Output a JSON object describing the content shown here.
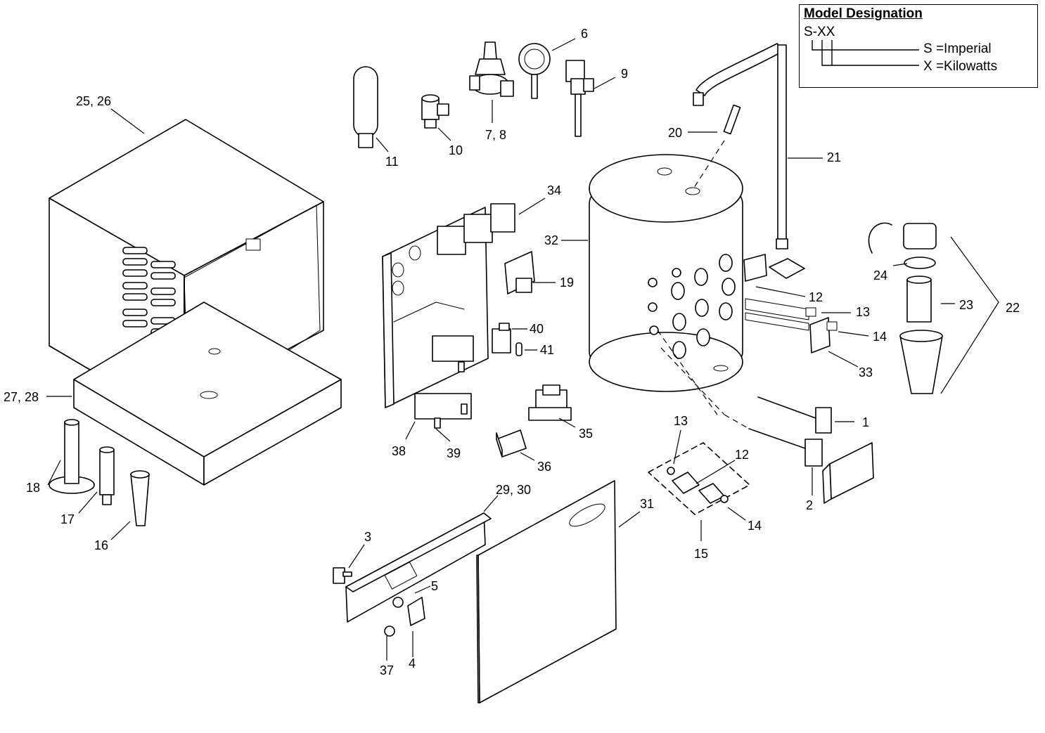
{
  "legend": {
    "title": "Model Designation",
    "code": "S-XX",
    "s_line": "S =Imperial",
    "x_line": "X =Kilowatts"
  },
  "callouts": [
    {
      "id": "c1",
      "text": "1"
    },
    {
      "id": "c2",
      "text": "2"
    },
    {
      "id": "c3",
      "text": "3"
    },
    {
      "id": "c4",
      "text": "4"
    },
    {
      "id": "c5",
      "text": "5"
    },
    {
      "id": "c6",
      "text": "6"
    },
    {
      "id": "c7",
      "text": "7, 8"
    },
    {
      "id": "c9",
      "text": "9"
    },
    {
      "id": "c10",
      "text": "10"
    },
    {
      "id": "c11",
      "text": "11"
    },
    {
      "id": "c12a",
      "text": "12"
    },
    {
      "id": "c12b",
      "text": "12"
    },
    {
      "id": "c13a",
      "text": "13"
    },
    {
      "id": "c13b",
      "text": "13"
    },
    {
      "id": "c14a",
      "text": "14"
    },
    {
      "id": "c14b",
      "text": "14"
    },
    {
      "id": "c15",
      "text": "15"
    },
    {
      "id": "c16",
      "text": "16"
    },
    {
      "id": "c17",
      "text": "17"
    },
    {
      "id": "c18",
      "text": "18"
    },
    {
      "id": "c19",
      "text": "19"
    },
    {
      "id": "c20",
      "text": "20"
    },
    {
      "id": "c21",
      "text": "21"
    },
    {
      "id": "c22",
      "text": "22"
    },
    {
      "id": "c23",
      "text": "23"
    },
    {
      "id": "c24",
      "text": "24"
    },
    {
      "id": "c25",
      "text": "25, 26"
    },
    {
      "id": "c27",
      "text": "27, 28"
    },
    {
      "id": "c29",
      "text": "29, 30"
    },
    {
      "id": "c31",
      "text": "31"
    },
    {
      "id": "c32",
      "text": "32"
    },
    {
      "id": "c33",
      "text": "33"
    },
    {
      "id": "c34",
      "text": "34"
    },
    {
      "id": "c35",
      "text": "35"
    },
    {
      "id": "c36",
      "text": "36"
    },
    {
      "id": "c37",
      "text": "37"
    },
    {
      "id": "c38",
      "text": "38"
    },
    {
      "id": "c39",
      "text": "39"
    },
    {
      "id": "c40",
      "text": "40"
    },
    {
      "id": "c41",
      "text": "41"
    }
  ]
}
